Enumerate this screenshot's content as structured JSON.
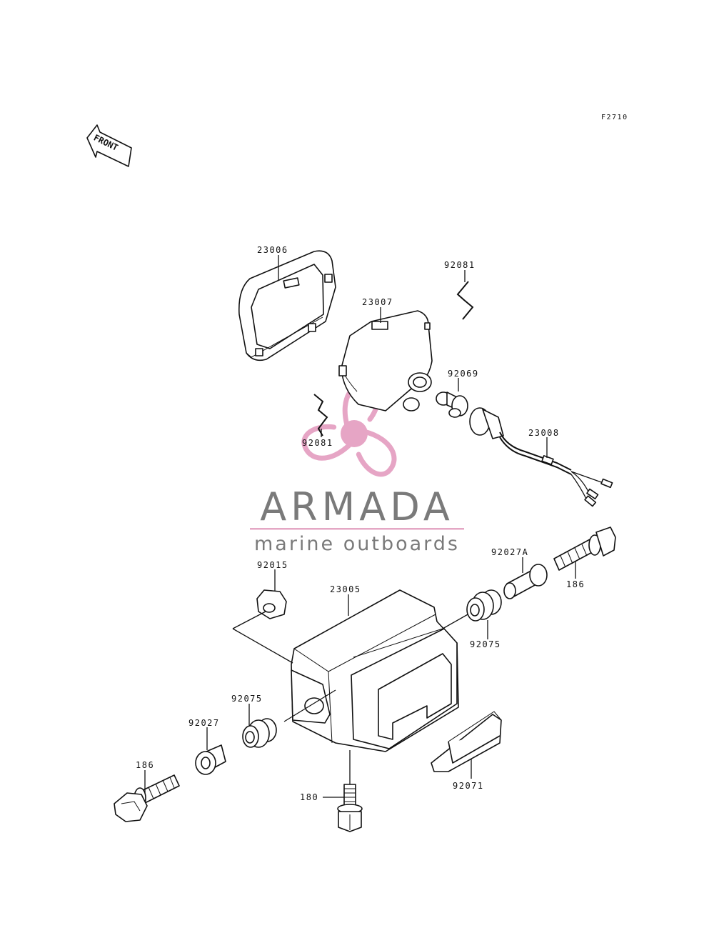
{
  "figure_code": "F2710",
  "front_marker": "FRONT",
  "watermark": {
    "brand": "ARMADA",
    "tagline": "marine outboards",
    "rule_color": "#e4a7c4",
    "logo_color": "#e6a5c5"
  },
  "labels": {
    "p23006": "23006",
    "p23007": "23007",
    "p92081_top": "92081",
    "p92069": "92069",
    "p92081_left": "92081",
    "p23008": "23008",
    "p92027A": "92027A",
    "p92015": "92015",
    "p23005": "23005",
    "p186_right": "186",
    "p92075_right": "92075",
    "p92075_left": "92075",
    "p92027": "92027",
    "p186_left": "186",
    "p180": "180",
    "p92071": "92071"
  }
}
